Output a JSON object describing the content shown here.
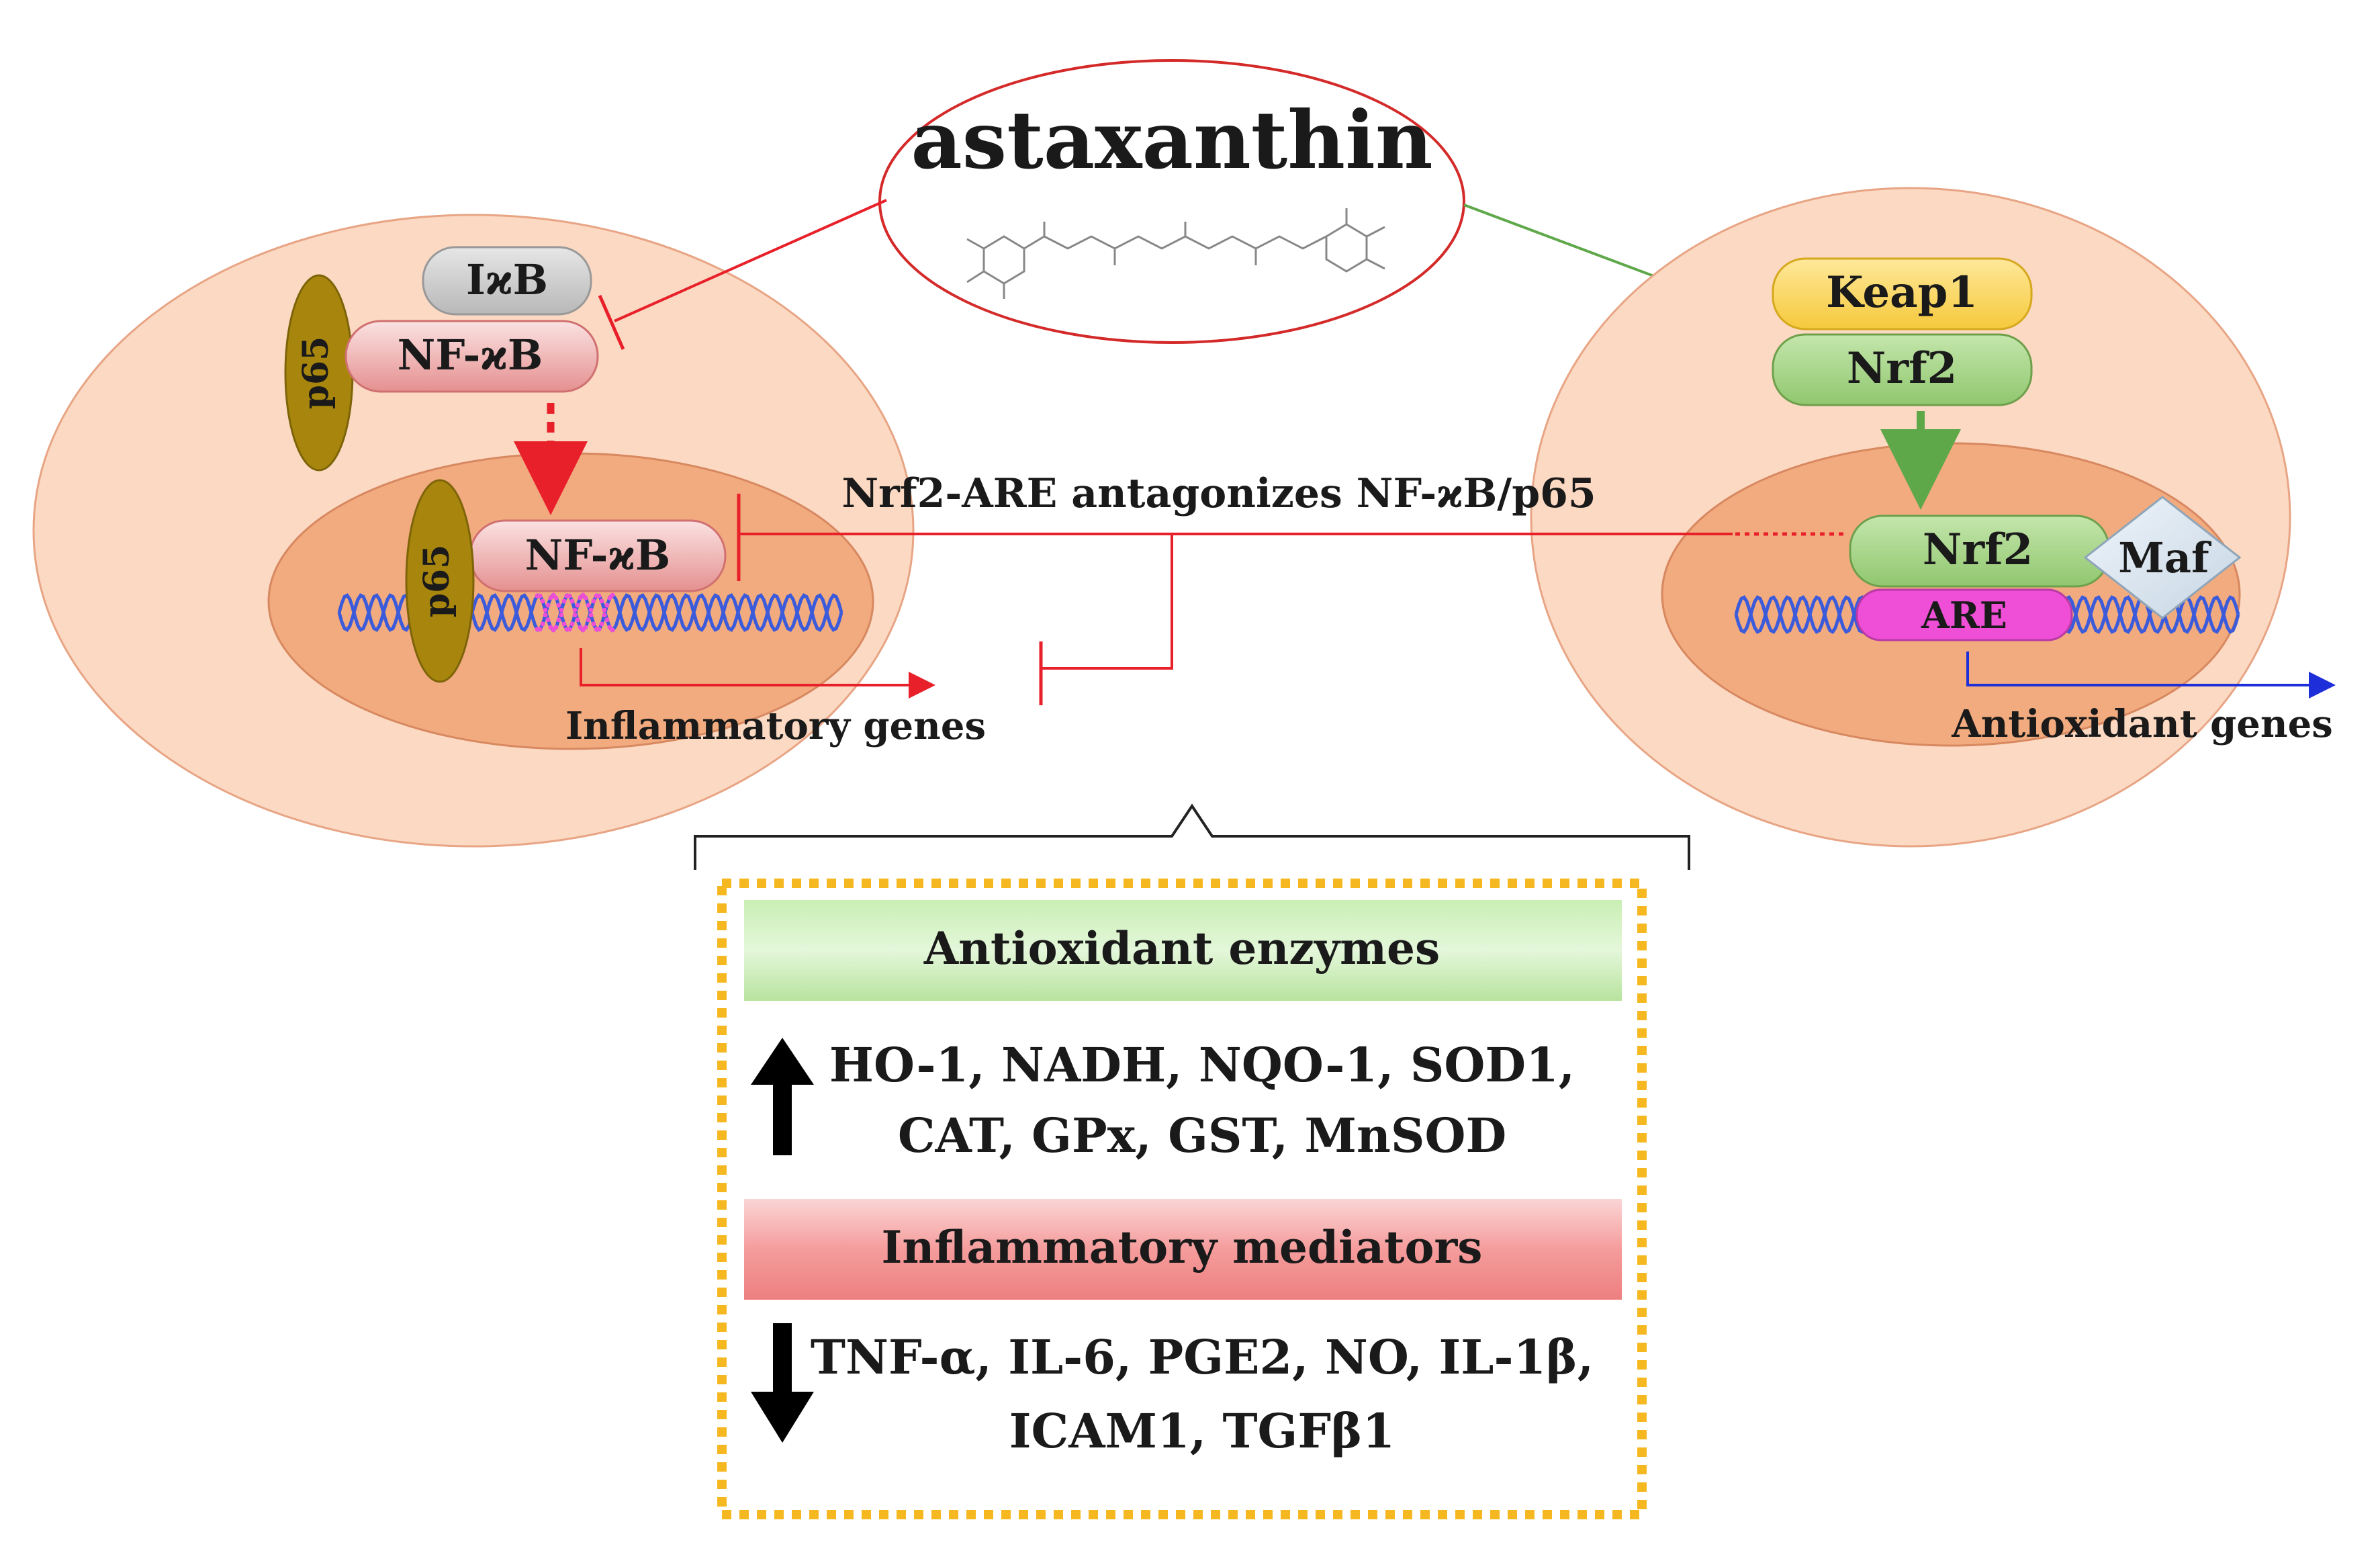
{
  "title": "astaxanthin",
  "left_cell": {
    "ikb": "IϰB",
    "nfkb_cytoplasm": "NF-ϰB",
    "p65_cytoplasm": "p65",
    "nfkb_nucleus": "NF-ϰB",
    "p65_nucleus": "p65",
    "genes_label": "Inflammatory genes"
  },
  "right_cell": {
    "keap1": "Keap1",
    "nrf2_cytoplasm": "Nrf2",
    "nrf2_nucleus": "Nrf2",
    "maf": "Maf",
    "are": "ARE",
    "genes_label": "Antioxidant genes"
  },
  "antagonism_label": "Nrf2-ARE antagonizes NF-ϰB/p65",
  "summary_box": {
    "antioxidant_header": "Antioxidant enzymes",
    "antioxidant_line1": "HO-1, NADH, NQO-1, SOD1,",
    "antioxidant_line2": "CAT, GPx, GST, MnSOD",
    "inflammatory_header": "Inflammatory mediators",
    "inflammatory_line1": "TNF-α, IL-6, PGE2, NO, IL-1β,",
    "inflammatory_line2": "ICAM1, TGFβ1"
  },
  "colors": {
    "cell": "#fbd9c2",
    "nucleus": "#f2ab7f",
    "inhibition": "#e8202a",
    "activation": "#5fa84a",
    "antioxidant_arrow": "#1e2ed8",
    "dna": "#3b5bdb",
    "are": "#ef4fd6",
    "p65": "#a8860e",
    "keap1": "#fcd75a",
    "nrf2": "#a8d58a",
    "box_border": "#f5b820"
  }
}
